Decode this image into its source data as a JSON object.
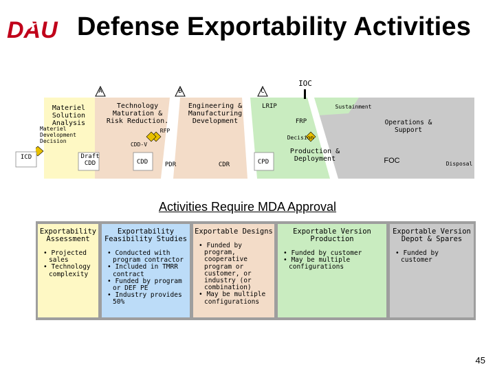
{
  "slide": {
    "title": "Defense Exportability Activities",
    "logo_text": "DAU",
    "page_number": "45",
    "approval_heading": "Activities Require MDA Approval"
  },
  "timeline": {
    "milestones": [
      "A",
      "B",
      "C"
    ],
    "ioc": "IOC",
    "phases": {
      "msa": "Materiel Solution Analysis",
      "tmrr": "Technology Maturation & Risk Reduction.",
      "emd": "Engineering & Manufacturing Development",
      "lrip": "LRIP",
      "sustainment": "Sustainment",
      "frp": "FRP",
      "ops": "Operations & Support",
      "pd": "Production & Deployment",
      "disposal": "Disposal"
    },
    "labels": {
      "mdd": "Materiel Development Decision",
      "icd": "ICD",
      "draft_cdd": "Draft CDD",
      "cdd": "CDD",
      "cdd_v": "CDD-V",
      "pdr": "PDR",
      "cdr": "CDR",
      "cpd": "CPD",
      "decision": "Decision",
      "rfp": "RFP",
      "foc": "FOC"
    },
    "colors": {
      "msa": "#fef8c4",
      "tmrr": "#f3dcc8",
      "emd": "#f3dcc8",
      "green": "#c9ecc0",
      "gray": "#c9c9c9",
      "diamond": "#e8c000"
    }
  },
  "activities": [
    {
      "title": "Exportability Assessment",
      "color": "#fef8c4",
      "bullets": [
        "Projected sales",
        "Technology complexity"
      ]
    },
    {
      "title": "Exportability Feasibility Studies",
      "color": "#bcdcf8",
      "bullets": [
        "Conducted with program contractor",
        "Included in TMRR contract",
        "Funded by program or DEF PE",
        "Industry provides 50%"
      ]
    },
    {
      "title": "Exportable Designs",
      "color": "#f3dcc8",
      "bullets": [
        "Funded by program, cooperative program or customer, or industry (or combination)",
        "May be multiple configurations"
      ]
    },
    {
      "title": "Exportable Version Production",
      "color": "#c9ecc0",
      "bullets": [
        "Funded by customer",
        "May be multiple configurations"
      ]
    },
    {
      "title": "Exportable Version Depot & Spares",
      "color": "#c9c9c9",
      "bullets": [
        "Funded by customer"
      ]
    }
  ]
}
